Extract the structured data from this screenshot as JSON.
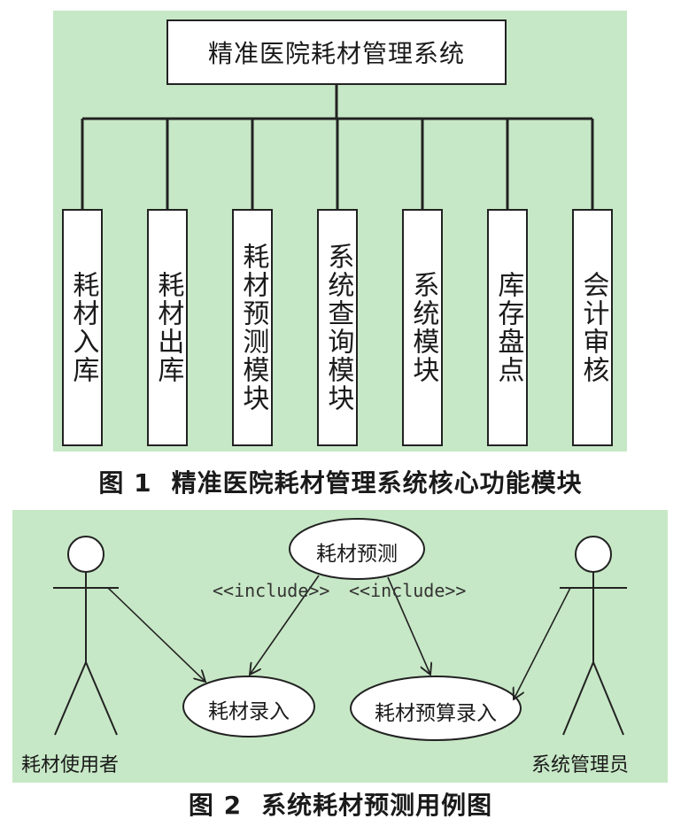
{
  "figure1": {
    "root": "精准医院耗材管理系统",
    "modules": [
      {
        "label": "耗材入库"
      },
      {
        "label": "耗材出库"
      },
      {
        "label": "耗材预测模块"
      },
      {
        "label": "系统查询模块"
      },
      {
        "label": "系统模块"
      },
      {
        "label": "库存盘点"
      },
      {
        "label": "会计审核"
      }
    ],
    "caption_num": "图 1",
    "caption_text": "精准医院耗材管理系统核心功能模块"
  },
  "figure2": {
    "actors": {
      "user": "耗材使用者",
      "admin": "系统管理员"
    },
    "use_cases": {
      "forecast": "耗材预测",
      "entry": "耗材录入",
      "budget": "耗材预算录入"
    },
    "include_left": "<<include>>",
    "include_right": "<<include>>",
    "caption_num": "图 2",
    "caption_text": "系统耗材预测用例图"
  },
  "colors": {
    "panel_background": "#c7e8c6",
    "box_fill": "#ffffff",
    "line": "#222222"
  }
}
